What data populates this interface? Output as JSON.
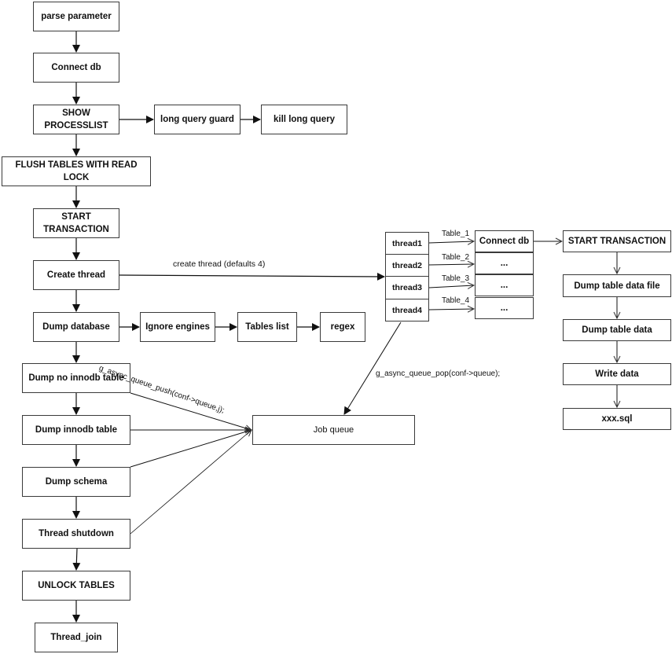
{
  "diagram": {
    "main_flow": [
      {
        "id": "parse",
        "label": "parse parameter"
      },
      {
        "id": "connect",
        "label": "Connect db"
      },
      {
        "id": "show",
        "label": "SHOW PROCESSLIST"
      },
      {
        "id": "flush",
        "label": "FLUSH TABLES WITH READ LOCK"
      },
      {
        "id": "start",
        "label": "START TRANSACTION"
      },
      {
        "id": "create",
        "label": "Create thread"
      },
      {
        "id": "dumpdb",
        "label": "Dump database"
      },
      {
        "id": "noinno",
        "label": "Dump no innodb table"
      },
      {
        "id": "inno",
        "label": "Dump innodb table"
      },
      {
        "id": "schema",
        "label": "Dump schema"
      },
      {
        "id": "shutdown",
        "label": "Thread shutdown"
      },
      {
        "id": "unlock",
        "label": "UNLOCK TABLES"
      },
      {
        "id": "join",
        "label": "Thread_join"
      }
    ],
    "guard_flow": [
      {
        "id": "guard",
        "label": "long query guard"
      },
      {
        "id": "kill",
        "label": "kill long query"
      }
    ],
    "filter_flow": [
      {
        "id": "ignore",
        "label": "Ignore engines"
      },
      {
        "id": "tables",
        "label": "Tables list"
      },
      {
        "id": "regex",
        "label": "regex"
      }
    ],
    "threads": [
      {
        "id": "t1",
        "label": "thread1",
        "edge": "Table_1",
        "target": "Connect db"
      },
      {
        "id": "t2",
        "label": "thread2",
        "edge": "Table_2",
        "target": "..."
      },
      {
        "id": "t3",
        "label": "thread3",
        "edge": "Table_3",
        "target": "..."
      },
      {
        "id": "t4",
        "label": "thread4",
        "edge": "Table_4",
        "target": "..."
      }
    ],
    "worker_flow": [
      {
        "id": "wstart",
        "label": "START TRANSACTION"
      },
      {
        "id": "wfile",
        "label": "Dump table data file"
      },
      {
        "id": "wdata",
        "label": "Dump table data"
      },
      {
        "id": "wwrite",
        "label": "Write data"
      },
      {
        "id": "wsql",
        "label": "xxx.sql"
      }
    ],
    "job_queue": {
      "label": "Job queue"
    },
    "edge_labels": {
      "create_thread": "create thread (defaults 4)",
      "push": "g_async_queue_push(conf->queue,j);",
      "pop": "g_async_queue_pop(conf->queue);"
    }
  }
}
